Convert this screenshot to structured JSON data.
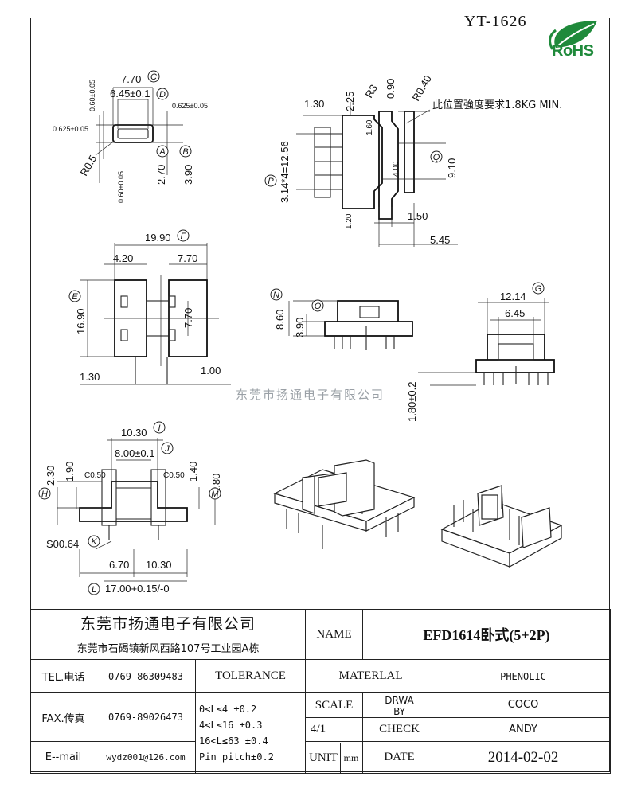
{
  "drawing_no": "YT-1626",
  "rohs_label": "RoHS",
  "watermark": "东莞市扬通电子有限公司",
  "note": "此位置強度要求1.8KG MIN.",
  "dims": {
    "d770a": "7.70",
    "d645a": "6.45±0.1",
    "d0625a": "0.625±0.05",
    "d0625b": "0.625±0.05",
    "d060a": "0.60±0.05",
    "d060b": "0.60±0.05",
    "r05": "R0.5",
    "d270": "2.70",
    "d390a": "3.90",
    "d130a": "1.30",
    "d225": "2.25",
    "r3": "R3",
    "d090": "0.90",
    "r040": "R0.40",
    "d160": "1.60",
    "d400": "4.00",
    "d910": "9.10",
    "d1256": "3.14*4=12.56",
    "d120": "1.20",
    "d150": "1.50",
    "d545": "5.45",
    "d1990": "19.90",
    "d420": "4.20",
    "d770b": "7.70",
    "d1690": "16.90",
    "d770c": "7.70",
    "d130b": "1.30",
    "d100": "1.00",
    "d860": "8.60",
    "d390b": "3.90",
    "d1214": "12.14",
    "d645b": "6.45",
    "d180a": "1.80±0.2",
    "d1030a": "10.30",
    "d800": "8.00±0.1",
    "d230": "2.30",
    "d190": "1.90",
    "c050a": "C0.50",
    "c050b": "C0.50",
    "d140": "1.40",
    "d180b": "1.80",
    "s064": "S00.64",
    "d670": "6.70",
    "d1030b": "10.30",
    "d1700": "17.00+0.15/-0"
  },
  "callouts": {
    "A": "A",
    "B": "B",
    "C": "C",
    "D": "D",
    "E": "E",
    "F": "F",
    "G": "G",
    "H": "H",
    "I": "I",
    "J": "J",
    "K": "K",
    "L": "L",
    "M": "M",
    "N": "N",
    "O": "O",
    "P": "P",
    "Q": "Q"
  },
  "title_block": {
    "company": "东莞市扬通电子有限公司",
    "address": "东莞市石碣镇新风西路107号工业园A栋",
    "name_label": "NAME",
    "part_name": "EFD1614卧式(5+2P)",
    "tel_label": "TEL.电话",
    "tel": "0769-86309483",
    "fax_label": "FAX.传真",
    "fax": "0769-89026473",
    "email_label": "E--mail",
    "email": "wydz001@126.com",
    "tolerance_label": "TOLERANCE",
    "tol_1": "0<L≤4   ±0.2",
    "tol_2": "4<L≤16  ±0.3",
    "tol_3": "16<L≤63 ±0.4",
    "tol_4": "Pin pitch±0.2",
    "material_label": "MATERLAL",
    "material": "PHENOLIC",
    "scale_label": "SCALE",
    "scale": "4/1",
    "drawn_label_1": "DRWA",
    "drawn_label_2": "BY",
    "drawn_by": "COCO",
    "check_label": "CHECK",
    "checked_by": "ANDY",
    "unit_label": "UNIT",
    "unit": "mm",
    "date_label": "DATE",
    "date": "2014-02-02"
  },
  "colors": {
    "rohs_green": "#1f8a3b",
    "line": "#222222",
    "watermark": "#9aa0a6"
  }
}
